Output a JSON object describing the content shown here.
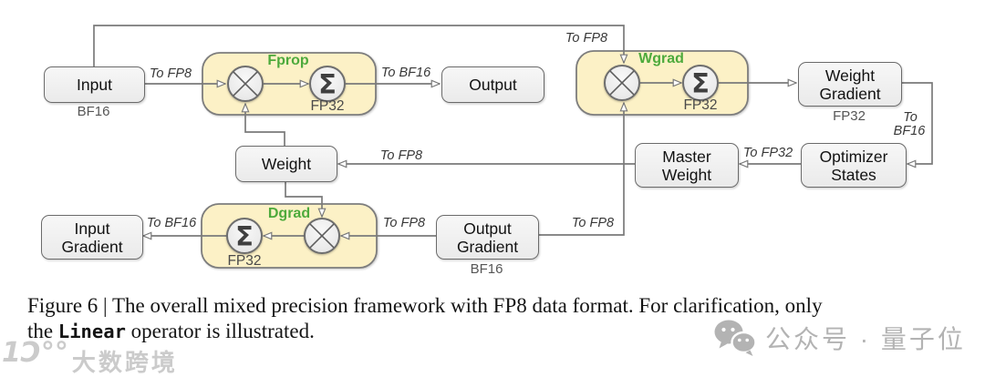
{
  "figure": {
    "blocks": {
      "fprop": {
        "label": "Fprop",
        "precision": "FP32"
      },
      "wgrad": {
        "label": "Wgrad",
        "precision": "FP32"
      },
      "dgrad": {
        "label": "Dgrad",
        "precision": "FP32"
      }
    },
    "operators": {
      "sum_symbol": "Σ"
    },
    "nodes": {
      "input": {
        "label": "Input",
        "sub": "BF16"
      },
      "output": {
        "label": "Output"
      },
      "weight": {
        "label": "Weight"
      },
      "weight_gradient": {
        "line1": "Weight",
        "line2": "Gradient",
        "sub": "FP32"
      },
      "optimizer_states": {
        "line1": "Optimizer",
        "line2": "States"
      },
      "master_weight": {
        "line1": "Master",
        "line2": "Weight"
      },
      "input_gradient": {
        "line1": "Input",
        "line2": "Gradient"
      },
      "output_gradient": {
        "line1": "Output",
        "line2": "Gradient",
        "sub": "BF16"
      }
    },
    "edges": {
      "input_to_fprop": "To FP8",
      "fprop_to_output": "To BF16",
      "input_to_wgrad": "To FP8",
      "wgrad_to_optimizer_line1": "To",
      "wgrad_to_optimizer_line2": "BF16",
      "optimizer_to_master": "To FP32",
      "master_to_weight": "To FP8",
      "outgrad_to_dgrad": "To FP8",
      "dgrad_to_ingrad": "To BF16",
      "outgrad_to_wgrad": "To FP8"
    }
  },
  "caption": {
    "line1": "Figure 6 | The overall mixed precision framework with FP8 data format. For clarification, only",
    "line2_prefix": "the ",
    "line2_code": "Linear",
    "line2_suffix": " operator is illustrated."
  },
  "watermarks": {
    "left_logo": "1Ɔ°°",
    "left_text": "大数跨境",
    "right_text": "公众号 · 量子位"
  },
  "colors": {
    "accent_green": "#4daa3c",
    "gemm_fill": "#fcf1c6",
    "node_fill": "#f1f1f1",
    "line": "#7a7a7a"
  }
}
